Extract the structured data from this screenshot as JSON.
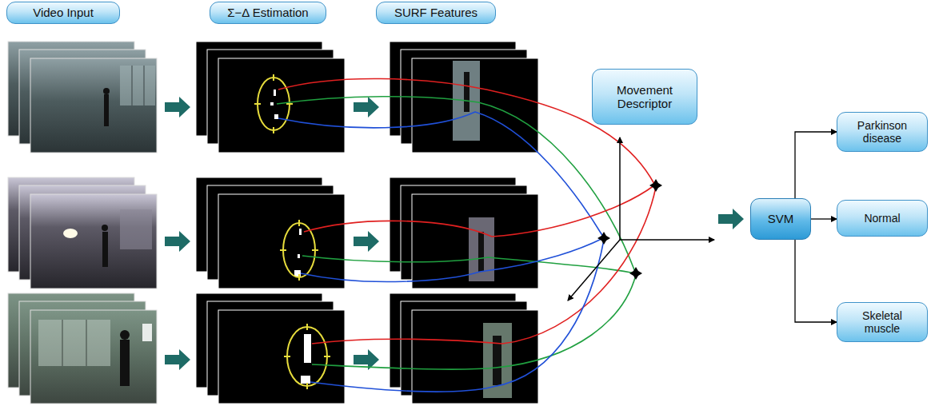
{
  "diagram": {
    "nodes": [
      {
        "text": [
          "Video Input"
        ]
      },
      {
        "text": [
          "Σ−Δ Estimation"
        ]
      },
      {
        "text": [
          "SURF Features"
        ]
      },
      {
        "text": [
          "Movement Descriptor"
        ]
      },
      {
        "text": [
          "SVM"
        ]
      },
      {
        "text": [
          "Parkinson disease"
        ]
      },
      {
        "text": [
          "Normal"
        ]
      },
      {
        "text": [
          "Skeletal muscle"
        ]
      }
    ],
    "edges": [
      {
        "from": 4,
        "to": 5,
        "arrow": "to"
      },
      {
        "from": 4,
        "to": 6,
        "arrow": "to"
      },
      {
        "from": 4,
        "to": 7,
        "arrow": "to"
      }
    ]
  }
}
